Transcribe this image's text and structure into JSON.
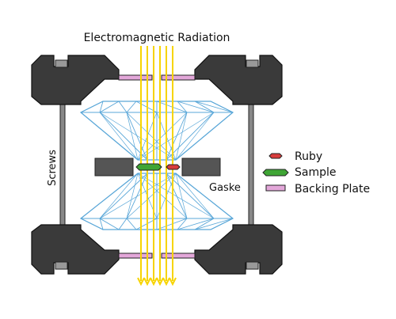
{
  "title": "Electromagnetic Radiation",
  "labels": {
    "screws": "Screws",
    "gasket": "Gaske"
  },
  "legend": [
    {
      "label": "Ruby",
      "color": "#d83c3c",
      "shape": "hexagon"
    },
    {
      "label": "Sample",
      "color": "#3fa535",
      "shape": "hexagon"
    },
    {
      "label": "Backing Plate",
      "color": "#e3a7d9",
      "shape": "rectangle"
    }
  ],
  "colors": {
    "body": "#3a3a3a",
    "gasket": "#555555",
    "anvil_lines": "#5aa7d8",
    "radiation": "#f7d400",
    "screw": "#888888"
  }
}
